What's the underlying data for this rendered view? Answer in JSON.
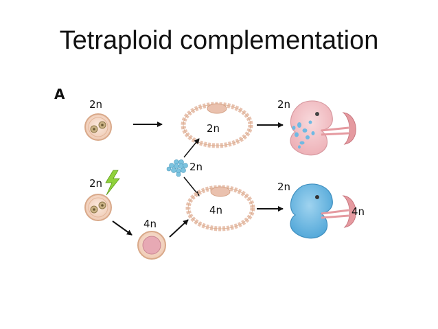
{
  "slide": {
    "title": "Tetraploid complementation",
    "panel_label": "A"
  },
  "labels": {
    "top_zygote": "2n",
    "bottom_zygote": "2n",
    "tetraploid_embryo": "4n",
    "es_cells": "2n",
    "top_blastocyst": "2n",
    "bottom_blastocyst": "4n",
    "top_fetus": "2n",
    "bottom_fetus": "2n",
    "bottom_placenta": "4n"
  },
  "colors": {
    "cell_fill": "#f4d6c4",
    "cell_edge": "#d9a98a",
    "nucleus": "#a08a5a",
    "blastomere_4n": "#e7a9b4",
    "blastocyst_bead": "#e8c3b0",
    "es_cell": "#7cc3df",
    "fetus_pink": "#f3c4c7",
    "fetus_blue": "#6fb9e3",
    "placenta": "#e59aa0",
    "spark": "#8fd13b",
    "arrow": "#111111"
  }
}
